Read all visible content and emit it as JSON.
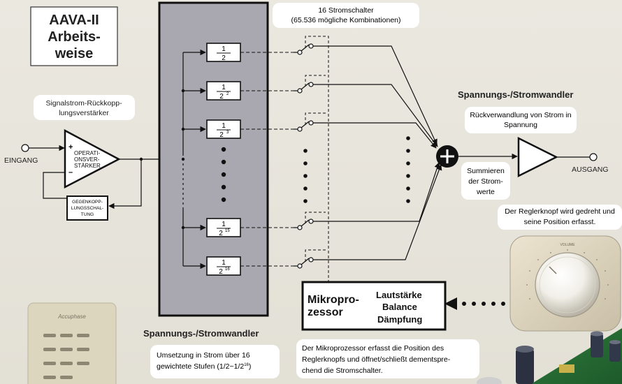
{
  "title": {
    "line1": "AAVA-II",
    "line2": "Arbeits-",
    "line3": "weise"
  },
  "switches_caption": {
    "line1": "16 Stromschalter",
    "line2": "(65.536 mögliche Kombinationen)"
  },
  "signal_amp_caption": {
    "line1": "Signalstrom-Rückkopp-",
    "line2": "lungsverstärker"
  },
  "input_label": "EINGANG",
  "output_label": "AUSGANG",
  "opamp": {
    "plus": "+",
    "minus": "–",
    "line1": "OPERATI-",
    "line2": "ONSVER-",
    "line3": "STÄRKER"
  },
  "feedback": {
    "line1": "GEGENKOPP-",
    "line2": "LUNGSSCHAL-",
    "line3": "TUNG"
  },
  "fractions": {
    "num": "1",
    "d1": "2",
    "d2": "2",
    "d2_exp": "2",
    "d3": "2",
    "d3_exp": "3",
    "d15": "2",
    "d15_exp": "15",
    "d16": "2",
    "d16_exp": "16"
  },
  "converter_right": {
    "heading": "Spannungs-/Stromwandler",
    "caption_line1": "Rückverwandlung von Strom in",
    "caption_line2": "Spannung"
  },
  "sum_caption": {
    "line1": "Summieren",
    "line2": "der Strom-",
    "line3": "werte"
  },
  "knob_caption": {
    "line1": "Der Reglerknopf wird gedreht und",
    "line2": "seine Position erfasst."
  },
  "microprocessor": {
    "name_line1": "Mikropro-",
    "name_line2": "zessor",
    "func1": "Lautstärke",
    "func2": "Balance",
    "func3": "Dämpfung"
  },
  "converter_left": {
    "heading": "Spannungs-/Stromwandler",
    "caption_line1": "Umsetzung in Strom über 16",
    "caption_line2": "gewichtete Stufen (1/2~1/2",
    "caption_exp": "16",
    "caption_end": ")"
  },
  "mp_caption": {
    "line1": "Der Mikroprozessor erfasst die Position des",
    "line2": "Reglerknopfs und öffnet/schließt dementspre-",
    "line3": "chend die Stromschalter."
  },
  "remote": {
    "brand": "Accuphase"
  },
  "knob": {
    "label": "VOLUME"
  },
  "colors": {
    "accent_box": "#a9a8b0",
    "dark": "#111111",
    "background": "#e6e3da"
  }
}
